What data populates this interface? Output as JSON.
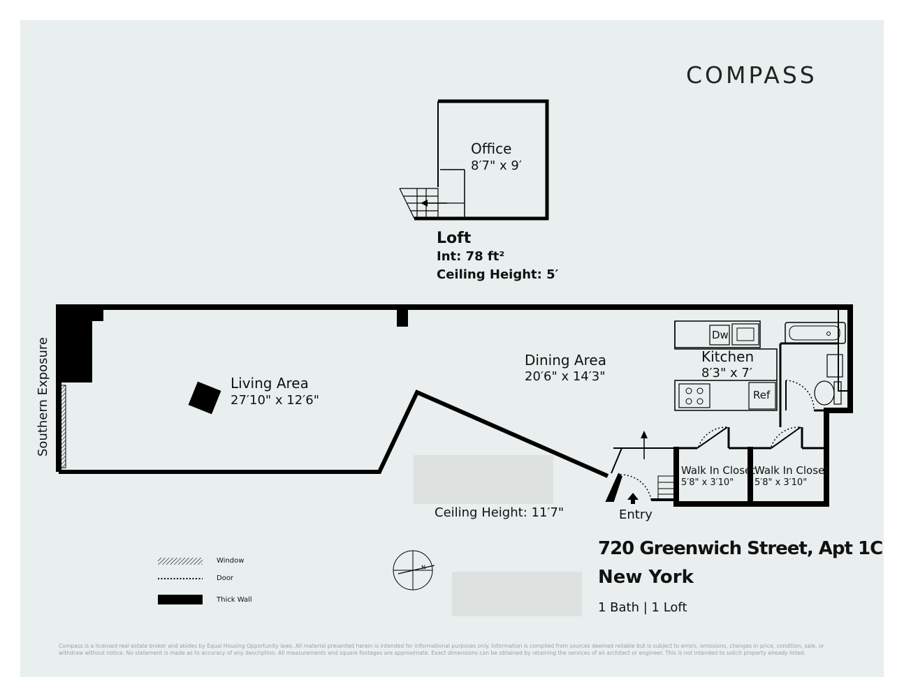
{
  "brand": {
    "logo": "COMPASS"
  },
  "loft": {
    "title": "Loft",
    "interior": "Int: 78 ft²",
    "ceiling": "Ceiling Height: 5′"
  },
  "rooms": {
    "office": {
      "name": "Office",
      "dims": "8′7\" x 9′"
    },
    "living": {
      "name": "Living Area",
      "dims": "27′10\" x 12′6\""
    },
    "dining": {
      "name": "Dining Area",
      "dims": "20′6\" x 14′3\""
    },
    "kitchen": {
      "name": "Kitchen",
      "dims": "8′3\" x 7′"
    },
    "closet1": {
      "name": "Walk In Closet",
      "dims": "5′8\" x 3′10\""
    },
    "closet2": {
      "name": "Walk In Closet",
      "dims": "5′8\" x 3′10\""
    }
  },
  "fixtures": {
    "dishwasher": "Dw",
    "refrigerator": "Ref"
  },
  "labels": {
    "exposure": "Southern Exposure",
    "ceiling_main": "Ceiling Height: 11′7\"",
    "entry": "Entry"
  },
  "legend": {
    "window": "Window",
    "door": "Door",
    "thick_wall": "Thick Wall"
  },
  "address": {
    "street": "720 Greenwich Street, Apt 1C",
    "city": "New York",
    "summary": "1 Bath | 1 Loft"
  },
  "disclaimer": "Compass is a licensed real estate broker and abides by Equal Housing Opportunity laws. All material presented herein is intended for informational purposes only. Information is compiled from sources deemed reliable but is subject to errors, omissions, changes in price, condition, sale, or withdraw without notice. No statement is made as to accuracy of any description. All measurements and square footages are approximate. Exact dimensions can be obtained by retaining the services of an architect or engineer. This is not intended to solicit property already listed.",
  "colors": {
    "background": "#e8efee",
    "wall": "#000000",
    "redaction": "#dde2e1"
  }
}
